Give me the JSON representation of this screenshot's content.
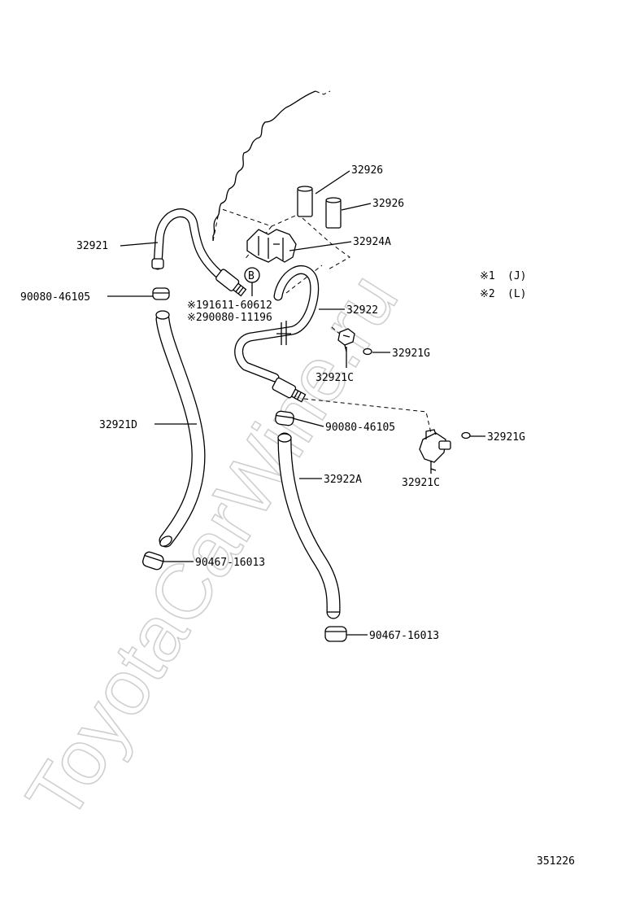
{
  "watermark": "ToyotaCarWine.ru",
  "diagram_code": "351226",
  "legend": {
    "note1_mark": "※1",
    "note1_value": "(J)",
    "note2_mark": "※2",
    "note2_value": "(L)"
  },
  "callouts": {
    "bolt_ref": "B",
    "ref_191611": "※191611-60612",
    "ref_290080": "※290080-11196"
  },
  "parts": {
    "p32926_a": "32926",
    "p32926_b": "32926",
    "p32921": "32921",
    "p32924A": "32924A",
    "p90080_top": "90080-46105",
    "p32922": "32922",
    "p32921G_top": "32921G",
    "p32921C_top": "32921C",
    "p32921D": "32921D",
    "p90080_mid": "90080-46105",
    "p32921G_right": "32921G",
    "p32922A": "32922A",
    "p32921C_right": "32921C",
    "p90467_left": "90467-16013",
    "p90467_bottom": "90467-16013"
  }
}
